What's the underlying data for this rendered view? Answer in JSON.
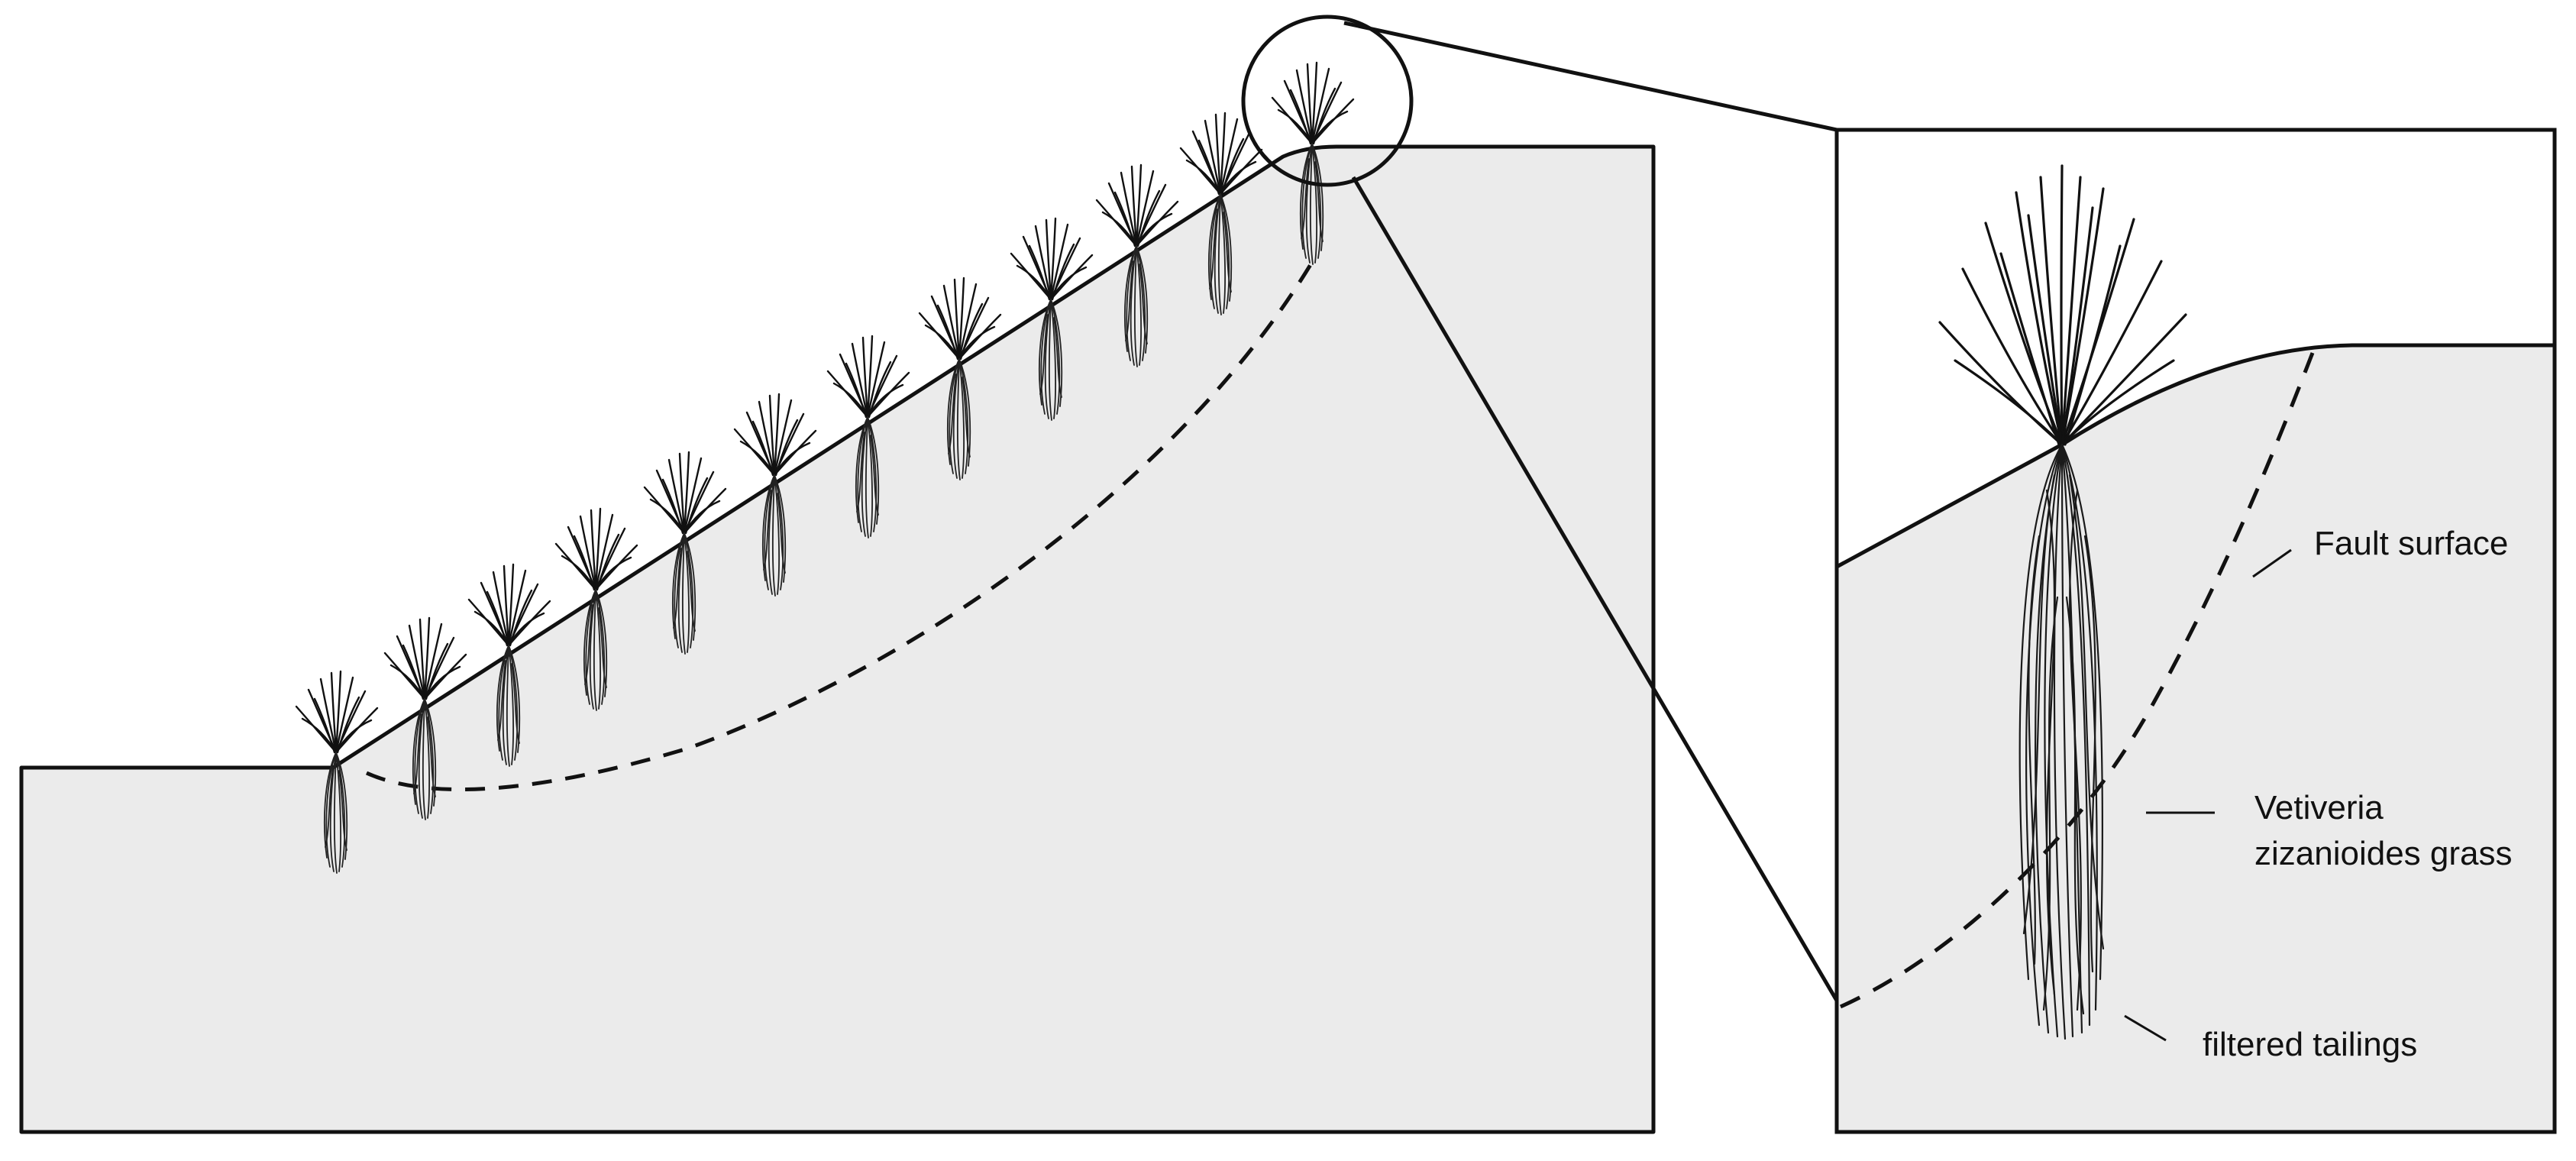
{
  "labels": {
    "fault_surface": "Fault surface",
    "grass_line1": "Vetiveria",
    "grass_line2": "zizanioides grass",
    "tailings": "filtered tailings"
  },
  "colors": {
    "fill": "#ebebeb",
    "stroke": "#111111",
    "background": "#ffffff"
  },
  "icons": {
    "plant": "vetiver-grass-icon"
  }
}
